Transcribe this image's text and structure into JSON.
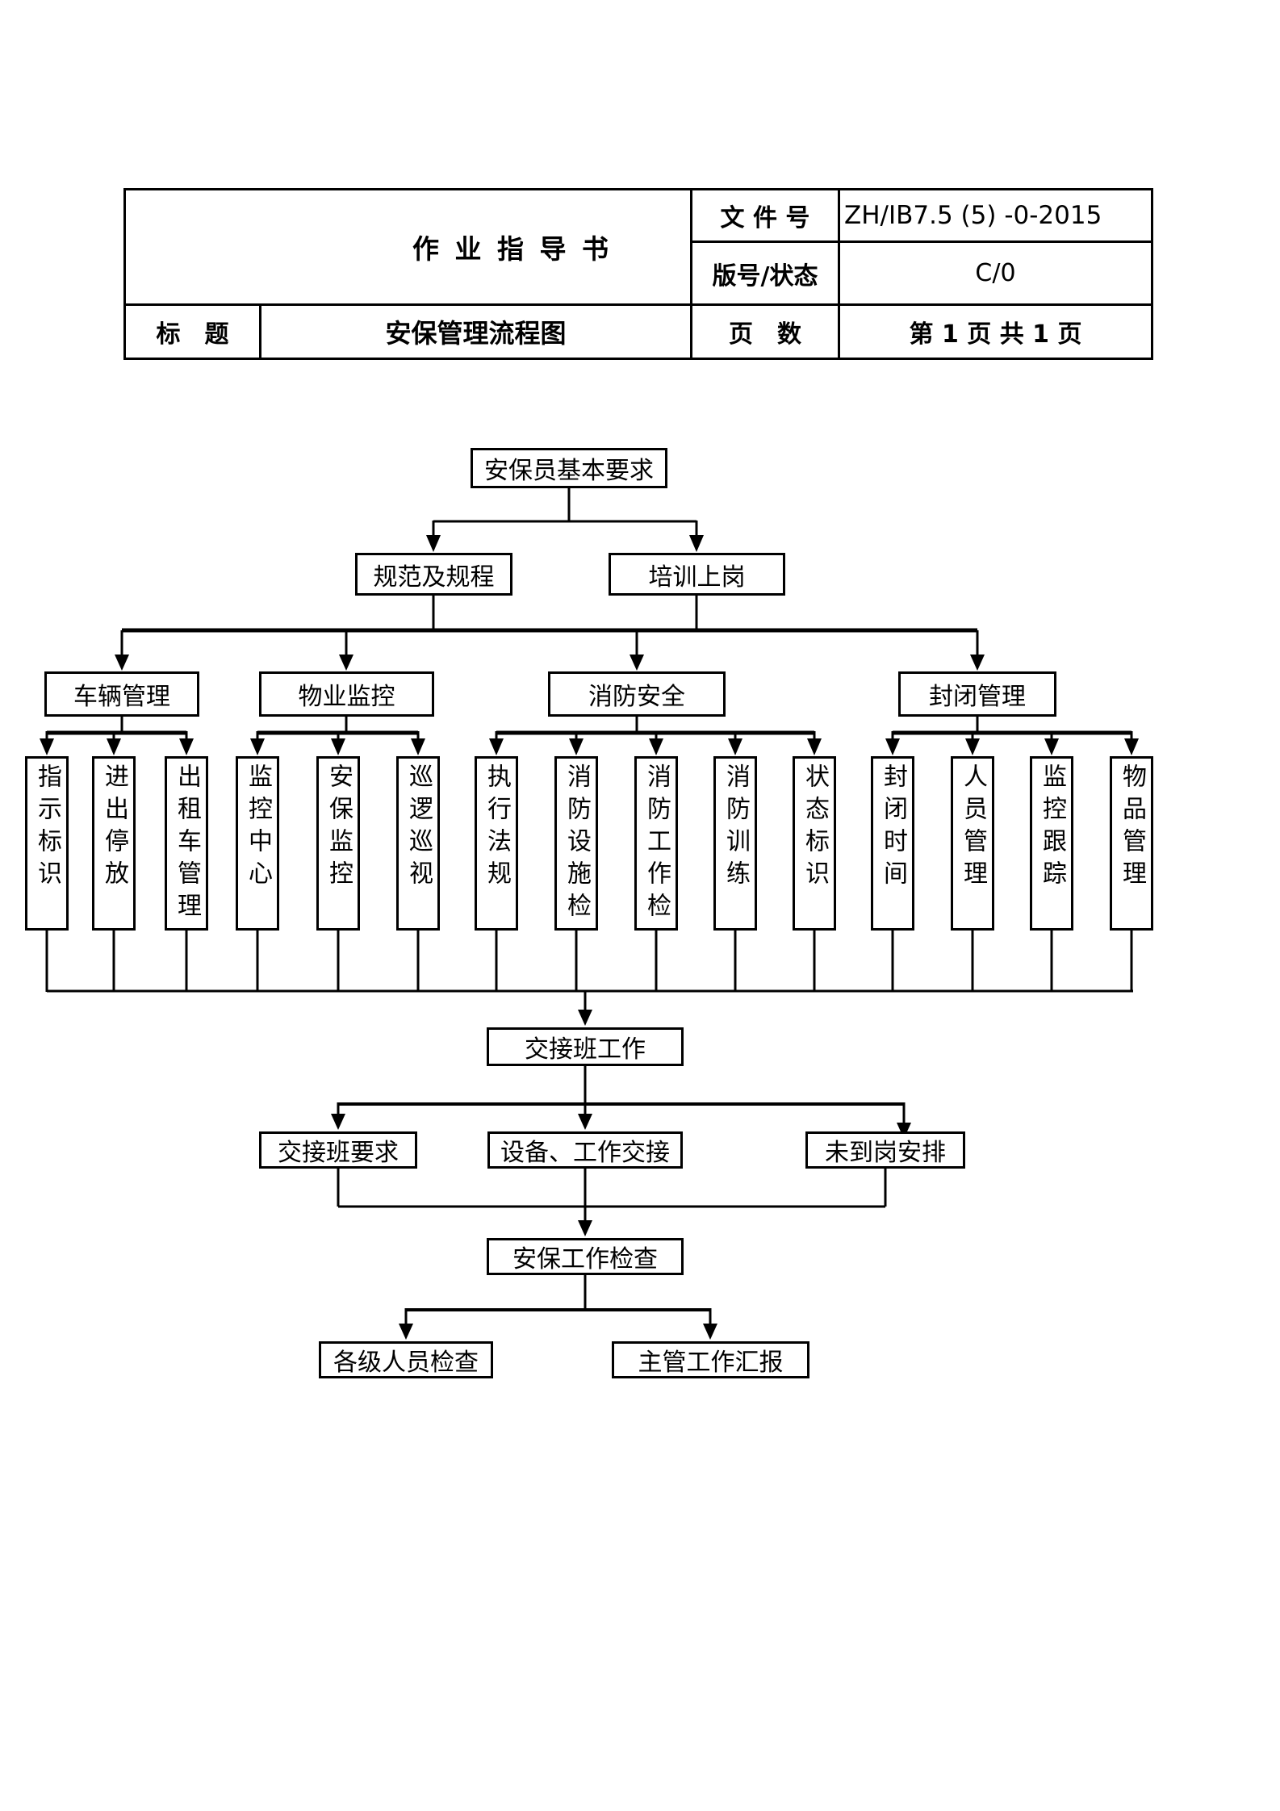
{
  "header": {
    "doc_type": "作 业 指 导 书",
    "doc_no_label": "文 件 号",
    "doc_no_value": "ZH/IB7.5 (5) -0-2015",
    "version_label": "版号/状态",
    "version_value": "C/0",
    "title_label": "标　题",
    "title_value": "安保管理流程图",
    "pages_label": "页　数",
    "pages_value": "第 1 页  共 1 页"
  },
  "flowchart": {
    "root": "安保员基本要求",
    "level2": [
      "规范及规程",
      "培训上岗"
    ],
    "level3": [
      "车辆管理",
      "物业监控",
      "消防安全",
      "封闭管理"
    ],
    "level4": [
      "指示标识",
      "进出停放",
      "出租车管理",
      "监控中心",
      "安保监控",
      "巡逻巡视",
      "执行法规",
      "消防设施检",
      "消防工作检",
      "消防训练",
      "状态标识",
      "封闭时间",
      "人员管理",
      "监控跟踪",
      "物品管理"
    ],
    "handover": "交接班工作",
    "handover_children": [
      "交接班要求",
      "设备、工作交接",
      "未到岗安排"
    ],
    "inspection": "安保工作检查",
    "inspection_children": [
      "各级人员检查",
      "主管工作汇报"
    ]
  },
  "colors": {
    "ink": "#000000",
    "paper": "#ffffff"
  }
}
